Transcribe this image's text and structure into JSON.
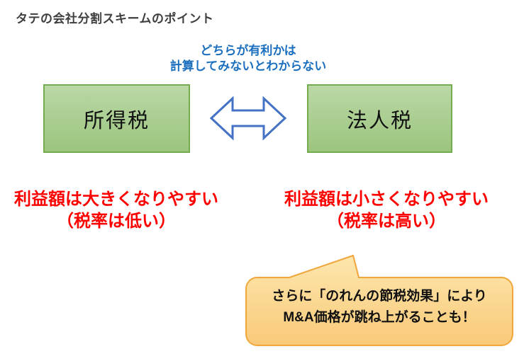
{
  "page": {
    "title": "タテの会社分割スキームのポイント"
  },
  "diagram": {
    "blue_note": {
      "line1": "どちらが有利かは",
      "line2": "計算してみないとわからない",
      "color": "#1b6fbf"
    },
    "boxes": {
      "left": {
        "label": "所得税"
      },
      "right": {
        "label": "法人税"
      },
      "fill_top": "#bad8a6",
      "fill_bottom": "#9cc57e",
      "border_color": "#74ac50"
    },
    "arrow": {
      "type": "double-headed-horizontal",
      "stroke_color": "#4472c4",
      "fill_color": "#ffffff"
    },
    "left_note": {
      "line1": "利益額は大きくなりやすい",
      "line2": "（税率は低い）",
      "color": "#ff0000"
    },
    "right_note": {
      "line1": "利益額は小さくなりやすい",
      "line2": "（税率は高い）",
      "color": "#ff0000"
    },
    "callout": {
      "line1": "さらに「のれんの節税効果」により",
      "line2": "M&A価格が跳ね上がることも！",
      "fill_top": "#fde7ae",
      "fill_bottom": "#f9c978",
      "border_color": "#f1a63c"
    }
  }
}
